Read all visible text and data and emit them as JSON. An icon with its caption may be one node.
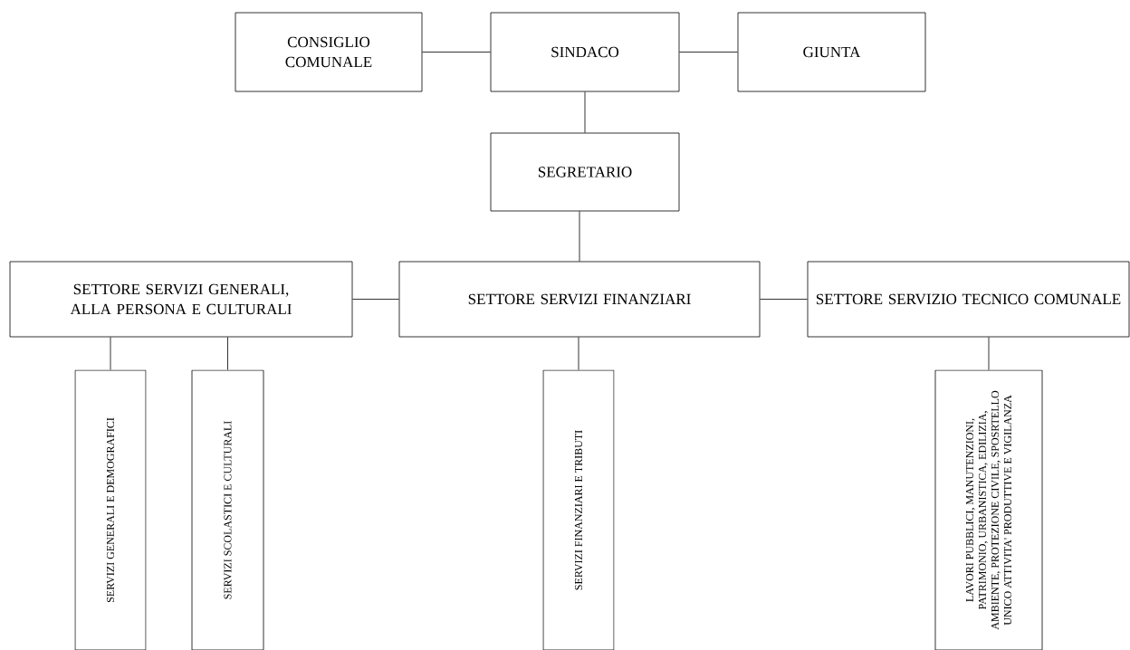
{
  "diagram": {
    "nodes": [
      {
        "text": [
          "CONSIGLIO COMUNALE"
        ]
      },
      {
        "text": [
          "SINDACO"
        ]
      },
      {
        "text": [
          "GIUNTA"
        ]
      },
      {
        "text": [
          "SEGRETARIO"
        ]
      },
      {
        "text": [
          "SETTORE SERVIZI GENERALI, ALLA PERSONA E CULTURALI"
        ]
      },
      {
        "text": [
          "SETTORE SERVIZI FINANZIARI"
        ]
      },
      {
        "text": [
          "SETTORE SERVIZIO TECNICO COMUNALE"
        ]
      },
      {
        "text": [
          "SERVIZI GENERALI E DEMOGRAFICI"
        ]
      },
      {
        "text": [
          "SERVIZI SCOLASTICI E CULTURALI"
        ]
      },
      {
        "text": [
          "SERVIZI FINANZIARI E TRIBUTI"
        ]
      },
      {
        "text": [
          "LAVORI PUBBLICI, MANUTENZIONI, PATRIMONIO, URBANISTICA, EDILIZIA, AMBIENTE, PROTEZIONE CIVILE, SPOSRTELLO UNICO ATTIVITA' PRODUTTIVE E VIGILANZA"
        ]
      }
    ],
    "edges": [
      {
        "from": 0,
        "to": 1,
        "arrow": "none"
      },
      {
        "from": 1,
        "to": 2,
        "arrow": "none"
      },
      {
        "from": 1,
        "to": 3,
        "arrow": "none"
      },
      {
        "from": 3,
        "to": 5,
        "arrow": "none"
      },
      {
        "from": 4,
        "to": 5,
        "arrow": "none"
      },
      {
        "from": 5,
        "to": 6,
        "arrow": "none"
      },
      {
        "from": 4,
        "to": 7,
        "arrow": "none"
      },
      {
        "from": 4,
        "to": 8,
        "arrow": "none"
      },
      {
        "from": 5,
        "to": 9,
        "arrow": "none"
      },
      {
        "from": 6,
        "to": 10,
        "arrow": "none"
      }
    ]
  }
}
